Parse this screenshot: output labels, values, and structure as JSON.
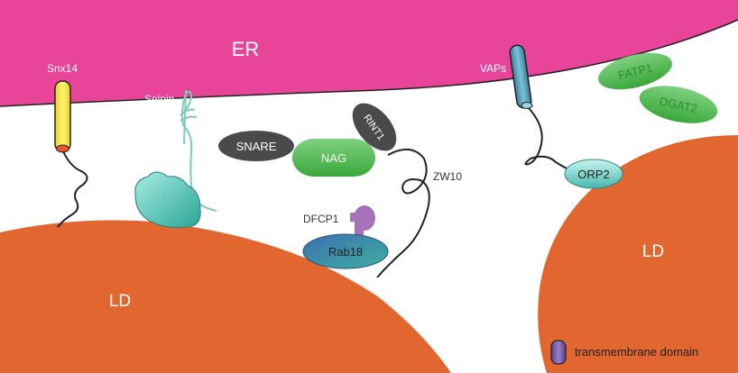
{
  "labels": {
    "er": "ER",
    "ld_left": "LD",
    "ld_right": "LD",
    "snx14": "Snx14",
    "seipin": "Seipin",
    "snare": "SNARE",
    "nag": "NAG",
    "rint1": "RINT1",
    "zw10": "ZW10",
    "dfcp1": "DFCP1",
    "rab18": "Rab18",
    "vaps": "VAPs",
    "orp2": "ORP2",
    "fatp1": "FATP1",
    "dgat2": "DGAT2",
    "legend_transmembrane": "transmembrane domain"
  },
  "colors": {
    "er": "#e8449a",
    "ld": "#e2662f",
    "snx14": "#f2e234",
    "snx14_tip": "#e85a24",
    "seipin": "#7ec9b8",
    "seipin_body": "#64c6b8",
    "snare": "#4a4a4a",
    "nag": "#3cae3c",
    "rint1": "#4a4a4a",
    "dfcp1": "#a672b8",
    "rab18": "#4a7fae",
    "vaps": "#4d93ad",
    "orp2": "#7fd6cf",
    "fatp1": "#5cbd5c",
    "legend_tm": "#7a5ca8"
  }
}
